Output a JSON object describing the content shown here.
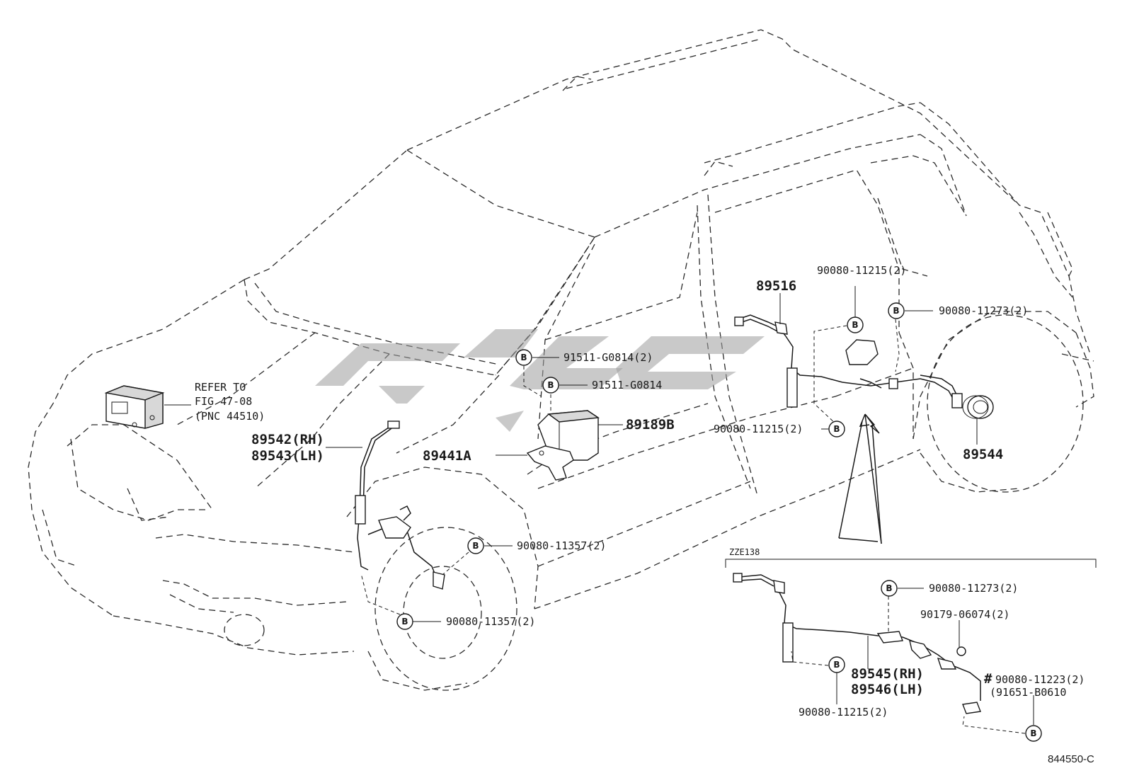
{
  "diagram": {
    "figure_code": "844550-C",
    "badge_letter": "B",
    "section_label": "ZZE138",
    "refer_note": {
      "line1": "REFER TO",
      "line2": "FIG 47-08",
      "line3": "(PNC 44510)"
    },
    "labels": {
      "p89516": "89516",
      "p89542": "89542(RH)",
      "p89543": "89543(LH)",
      "p89189b": "89189B",
      "p89441a": "89441A",
      "p89544": "89544",
      "p89545": "89545(RH)",
      "p89546": "89546(LH)",
      "f91511a": "91511-G0814(2)",
      "f91511b": "91511-G0814",
      "f11215_top": "90080-11215(2)",
      "f11273_top": "90080-11273(2)",
      "f11215_mid": "90080-11215(2)",
      "f11357_a": "90080-11357(2)",
      "f11357_b": "90080-11357(2)",
      "f11273_inset": "90080-11273(2)",
      "f06074": "90179-06074(2)",
      "f11223": "90080-11223(2)",
      "hash_mark": "#",
      "f91651": "(91651-B0610",
      "f11215_inset": "90080-11215(2)"
    }
  }
}
